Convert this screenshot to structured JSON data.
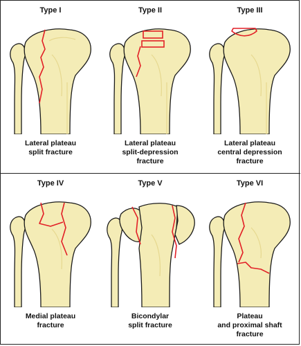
{
  "panels": [
    {
      "title": "Type I",
      "caption": [
        "Lateral plateau",
        "split fracture"
      ]
    },
    {
      "title": "Type II",
      "caption": [
        "Lateral plateau",
        "split-depression",
        "fracture"
      ]
    },
    {
      "title": "Type III",
      "caption": [
        "Lateral plateau",
        "central depression",
        "fracture"
      ]
    },
    {
      "title": "Type IV",
      "caption": [
        "Medial plateau",
        "fracture"
      ]
    },
    {
      "title": "Type V",
      "caption": [
        "Bicondylar",
        "split fracture"
      ]
    },
    {
      "title": "Type VI",
      "caption": [
        "Plateau",
        "and proximal shaft",
        "fracture"
      ]
    }
  ],
  "colors": {
    "bone_fill": "#f4ecb6",
    "bone_shade": "#e6d88f",
    "outline": "#1a1a1a",
    "fracture": "#e21f26"
  }
}
